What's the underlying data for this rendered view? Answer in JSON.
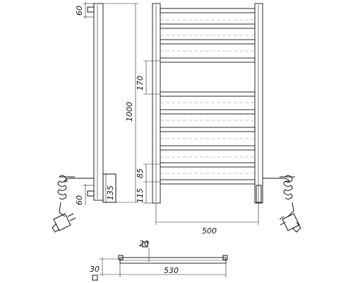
{
  "dimensions": {
    "top_offset": "60",
    "overall_height": "1000",
    "bottom_offset": "60",
    "element_height": "135",
    "rung_spacing": "170",
    "lower_spacing": "85",
    "bottom_rung": "115",
    "overall_width": "500",
    "depth_offset": "20",
    "depth": "30",
    "total_width": "530"
  },
  "colors": {
    "line": "#111111",
    "background": "#ffffff"
  }
}
